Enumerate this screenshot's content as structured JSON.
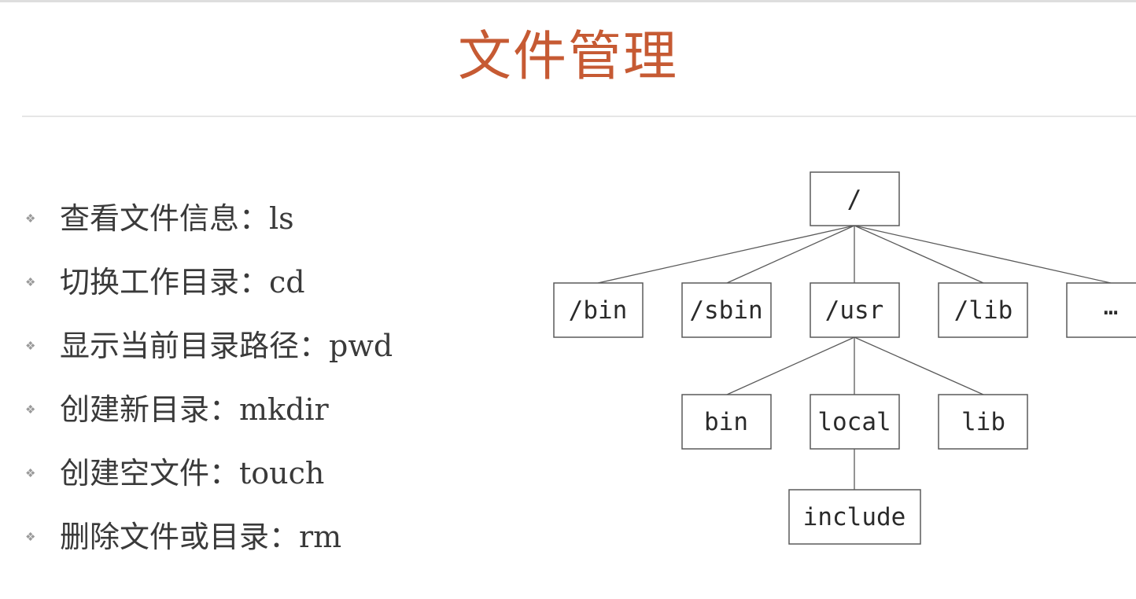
{
  "slide": {
    "title": "文件管理",
    "accent_color": "#c65a33",
    "bullet_icon": "diamond-bullet-icon",
    "bullets": [
      {
        "text": "查看文件信息：ls"
      },
      {
        "text": "切换工作目录：cd"
      },
      {
        "text": "显示当前目录路径：pwd"
      },
      {
        "text": "创建新目录：mkdir"
      },
      {
        "text": "创建空文件：touch"
      },
      {
        "text": "删除文件或目录：rm"
      }
    ]
  },
  "tree": {
    "nodes": {
      "root": "/",
      "bin_root": "/bin",
      "sbin": "/sbin",
      "usr": "/usr",
      "lib_root": "/lib",
      "more": "…",
      "usr_bin": "bin",
      "usr_local": "local",
      "usr_lib": "lib",
      "usr_local_include": "include"
    }
  }
}
